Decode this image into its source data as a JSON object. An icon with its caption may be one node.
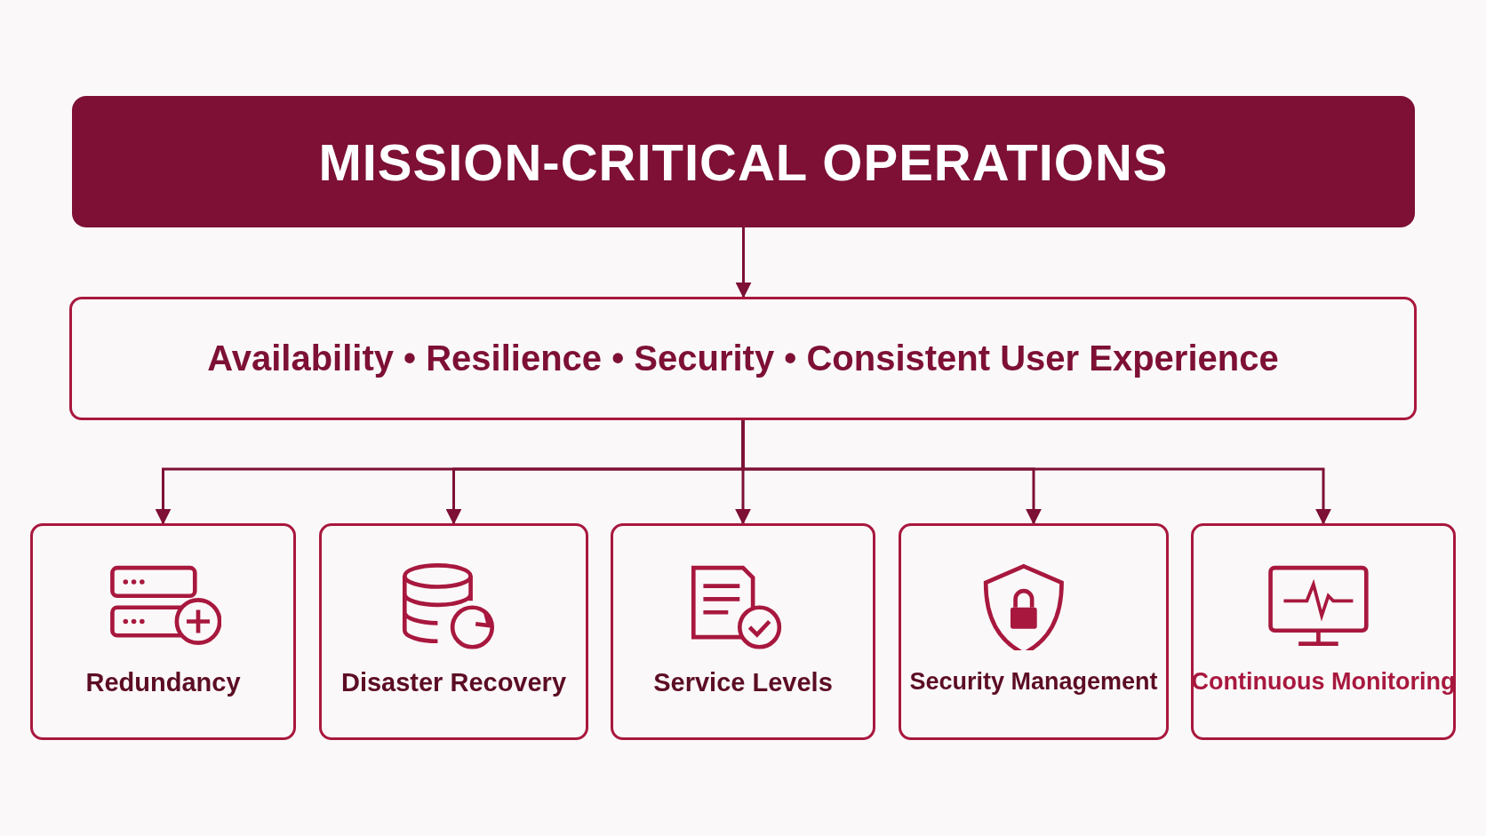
{
  "diagram": {
    "nodes": [
      {
        "text": [
          "MISSION-CRITICAL OPERATIONS"
        ]
      },
      {
        "text": [
          "Availability • Resilience • Security • Consistent User Experience"
        ]
      },
      {
        "text": [
          "Redundancy"
        ]
      },
      {
        "text": [
          "Disaster Recovery"
        ]
      },
      {
        "text": [
          "Service Levels"
        ]
      },
      {
        "text": [
          "Security Management"
        ]
      },
      {
        "text": [
          "Continuous Monitoring"
        ]
      }
    ],
    "edges": [
      {
        "from": 0,
        "to": 1,
        "arrow": "to"
      },
      {
        "from": 1,
        "to": 2,
        "arrow": "to"
      },
      {
        "from": 1,
        "to": 3,
        "arrow": "to"
      },
      {
        "from": 1,
        "to": 4,
        "arrow": "to"
      },
      {
        "from": 1,
        "to": 5,
        "arrow": "to"
      },
      {
        "from": 1,
        "to": 6,
        "arrow": "to"
      }
    ]
  }
}
